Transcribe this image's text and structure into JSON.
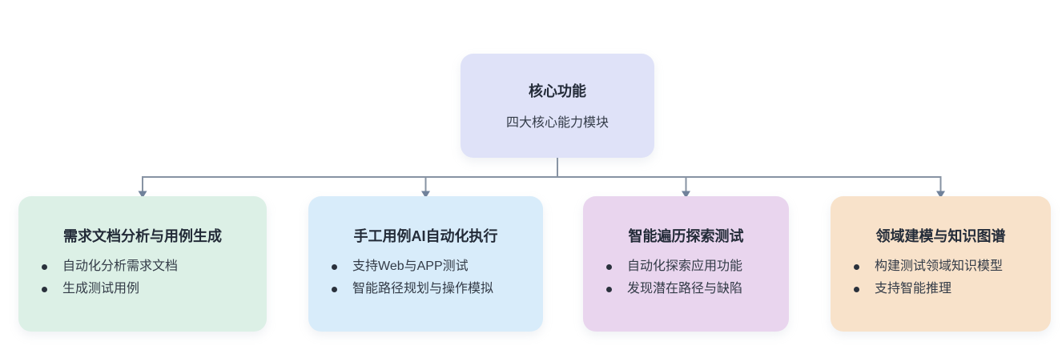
{
  "diagram": {
    "root": {
      "title": "核心功能",
      "subtitle": "四大核心能力模块",
      "bg": "#dfe2f8"
    },
    "cards": [
      {
        "title": "需求文档分析与用例生成",
        "bullets": [
          "自动化分析需求文档",
          "生成测试用例"
        ],
        "bg": "#dcf0e6"
      },
      {
        "title": "手工用例AI自动化执行",
        "bullets": [
          "支持Web与APP测试",
          "智能路径规划与操作模拟"
        ],
        "bg": "#d8ecfa"
      },
      {
        "title": "智能遍历探索测试",
        "bullets": [
          "自动化探索应用功能",
          "发现潜在路径与缺陷"
        ],
        "bg": "#e9d5ee"
      },
      {
        "title": "领域建模与知识图谱",
        "bullets": [
          "构建测试领域知识模型",
          "支持智能推理"
        ],
        "bg": "#f8e2ca"
      }
    ],
    "connector": {
      "line_color": "#8793a3",
      "arrow_color": "#70829b"
    }
  }
}
